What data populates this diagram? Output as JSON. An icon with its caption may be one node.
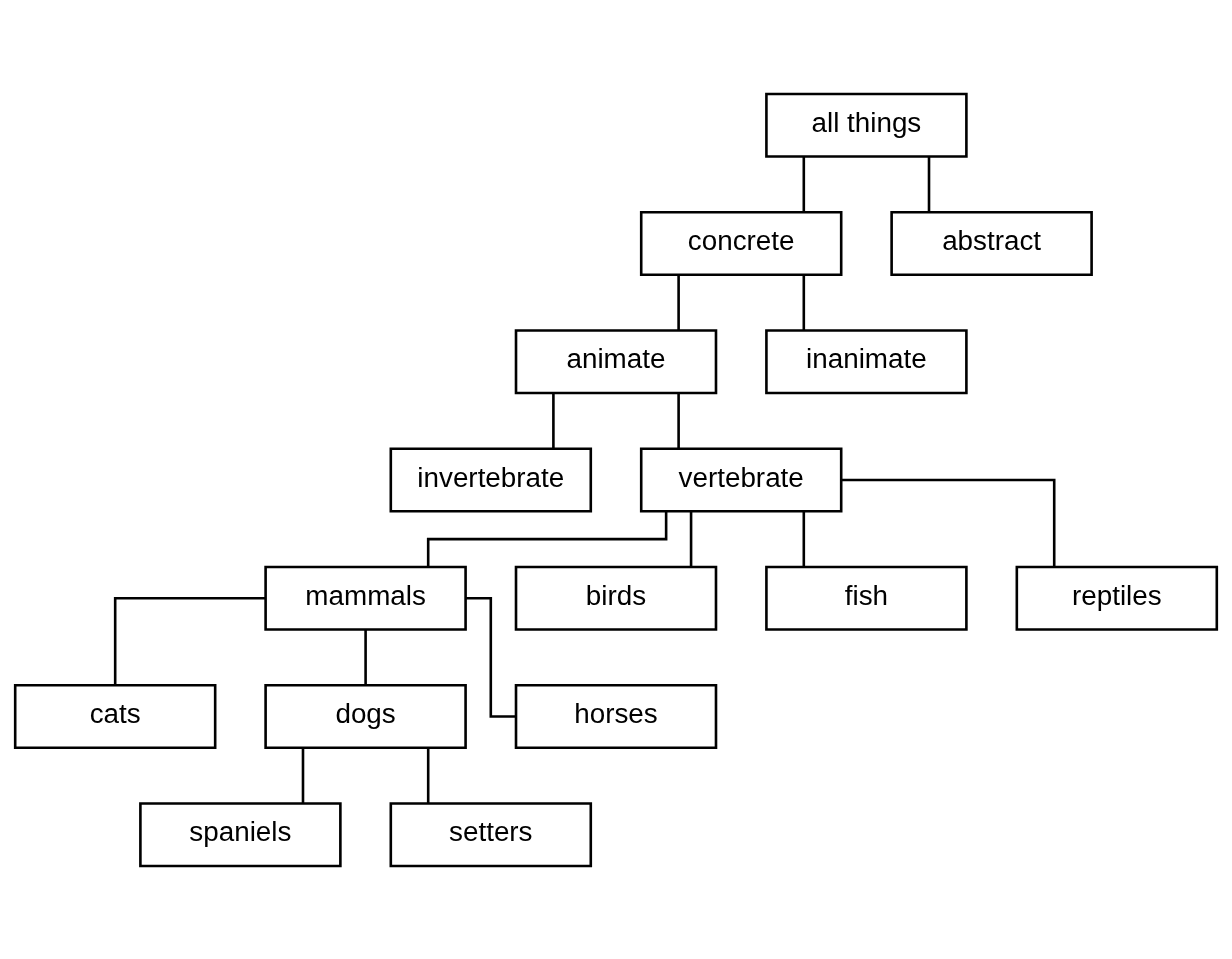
{
  "diagram": {
    "nodes": [
      {
        "text": [
          "all things"
        ]
      },
      {
        "text": [
          "concrete"
        ]
      },
      {
        "text": [
          "abstract"
        ]
      },
      {
        "text": [
          "animate"
        ]
      },
      {
        "text": [
          "inanimate"
        ]
      },
      {
        "text": [
          "invertebrate"
        ]
      },
      {
        "text": [
          "vertebrate"
        ]
      },
      {
        "text": [
          "mammals"
        ]
      },
      {
        "text": [
          "birds"
        ]
      },
      {
        "text": [
          "fish"
        ]
      },
      {
        "text": [
          "reptiles"
        ]
      },
      {
        "text": [
          "cats"
        ]
      },
      {
        "text": [
          "dogs"
        ]
      },
      {
        "text": [
          "horses"
        ]
      },
      {
        "text": [
          "spaniels"
        ]
      },
      {
        "text": [
          "setters"
        ]
      }
    ],
    "edges": [
      {
        "from": 0,
        "to": 1,
        "arrow": "none"
      },
      {
        "from": 0,
        "to": 2,
        "arrow": "none"
      },
      {
        "from": 1,
        "to": 3,
        "arrow": "none"
      },
      {
        "from": 1,
        "to": 4,
        "arrow": "none"
      },
      {
        "from": 3,
        "to": 5,
        "arrow": "none"
      },
      {
        "from": 3,
        "to": 6,
        "arrow": "none"
      },
      {
        "from": 6,
        "to": 7,
        "arrow": "none"
      },
      {
        "from": 6,
        "to": 8,
        "arrow": "none"
      },
      {
        "from": 6,
        "to": 9,
        "arrow": "none"
      },
      {
        "from": 6,
        "to": 10,
        "arrow": "none"
      },
      {
        "from": 7,
        "to": 11,
        "arrow": "none"
      },
      {
        "from": 7,
        "to": 12,
        "arrow": "none"
      },
      {
        "from": 7,
        "to": 13,
        "arrow": "none"
      },
      {
        "from": 12,
        "to": 14,
        "arrow": "none"
      },
      {
        "from": 12,
        "to": 15,
        "arrow": "none"
      }
    ]
  }
}
